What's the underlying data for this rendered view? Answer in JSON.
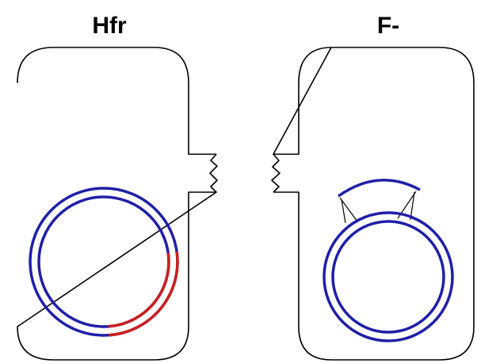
{
  "labels": {
    "left_cell": "Hfr",
    "right_cell": "F-"
  },
  "colors": {
    "background": "#ffffff",
    "cell_outline": "#000000",
    "chromosome_dna": "#1f1fa8",
    "f_factor_dna": "#cc1f1f",
    "tether_line": "#000000"
  },
  "elements": {
    "hfr_cell": "cell",
    "hfr_pilus_stub": "pilus",
    "hfr_chromosome": "circular-chromosome",
    "hfr_integrated_f_factor": "integrated-f-factor",
    "recipient_cell": "cell",
    "recipient_pilus_stub": "pilus",
    "recipient_chromosome": "circular-chromosome",
    "transferred_strand": "transferred-dna-strand"
  }
}
